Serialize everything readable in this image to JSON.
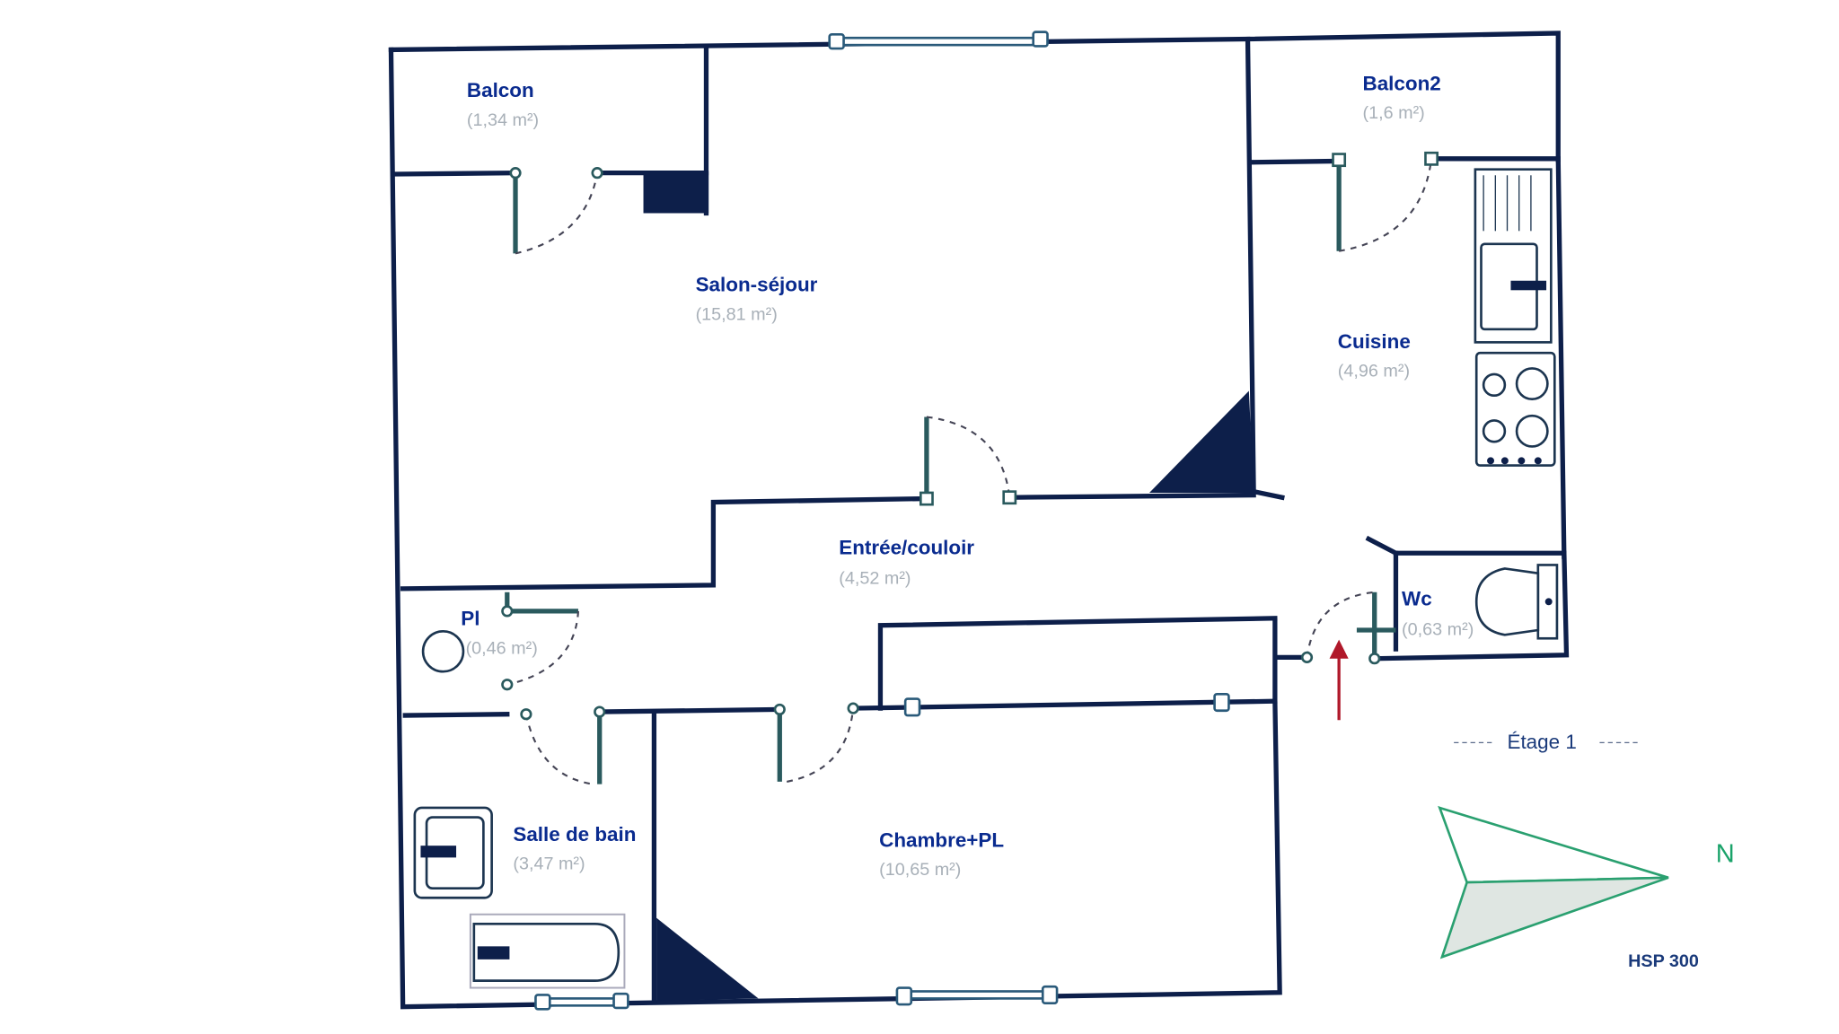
{
  "rooms": {
    "balcon": {
      "name": "Balcon",
      "area": "(1,34 m²)"
    },
    "balcon2": {
      "name": "Balcon2",
      "area": "(1,6 m²)"
    },
    "salon": {
      "name": "Salon-séjour",
      "area": "(15,81 m²)"
    },
    "cuisine": {
      "name": "Cuisine",
      "area": "(4,96 m²)"
    },
    "entree": {
      "name": "Entrée/couloir",
      "area": "(4,52 m²)"
    },
    "pl": {
      "name": "Pl",
      "area": "(0,46 m²)"
    },
    "wc": {
      "name": "Wc",
      "area": "(0,63 m²)"
    },
    "sdb": {
      "name": "Salle de bain",
      "area": "(3,47 m²)"
    },
    "chambre": {
      "name": "Chambre+PL",
      "area": "(10,65 m²)"
    }
  },
  "floor_label": "Étage 1",
  "compass_label": "N",
  "ceiling_height": "HSP 300",
  "colors": {
    "wall": "#0d1f4a",
    "label": "#0a2b8f",
    "compass": "#1aa36a",
    "entry_arrow": "#b0182a"
  }
}
